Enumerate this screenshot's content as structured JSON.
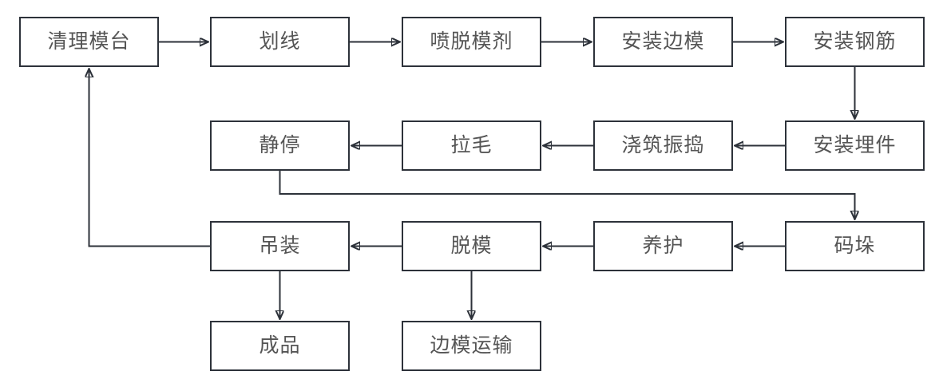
{
  "diagram": {
    "type": "flowchart",
    "background": "#ffffff",
    "colors": {
      "node_border": "#2d323a",
      "node_fill": "#ffffff",
      "label_text": "#555555",
      "connector": "#2d323a"
    },
    "nodes": [
      {
        "id": "clean-mold-table",
        "label": "清理模台"
      },
      {
        "id": "marking-lines",
        "label": "划线"
      },
      {
        "id": "spray-release-agent",
        "label": "喷脱模剂"
      },
      {
        "id": "install-side-molds",
        "label": "安装边模"
      },
      {
        "id": "install-rebar",
        "label": "安装钢筋"
      },
      {
        "id": "install-embedded-parts",
        "label": "安装埋件"
      },
      {
        "id": "pouring-vibrating",
        "label": "浇筑振捣"
      },
      {
        "id": "surface-roughening",
        "label": "拉毛"
      },
      {
        "id": "static-rest",
        "label": "静停"
      },
      {
        "id": "stacking",
        "label": "码垛"
      },
      {
        "id": "curing",
        "label": "养护"
      },
      {
        "id": "demolding",
        "label": "脱模"
      },
      {
        "id": "hoisting",
        "label": "吊装"
      },
      {
        "id": "finished-product",
        "label": "成品"
      },
      {
        "id": "side-mold-transport",
        "label": "边模运输"
      }
    ],
    "edges": [
      {
        "from": "清理模台",
        "to": "划线"
      },
      {
        "from": "划线",
        "to": "喷脱模剂"
      },
      {
        "from": "喷脱模剂",
        "to": "安装边模"
      },
      {
        "from": "安装边模",
        "to": "安装钢筋"
      },
      {
        "from": "安装钢筋",
        "to": "安装埋件"
      },
      {
        "from": "安装埋件",
        "to": "浇筑振捣"
      },
      {
        "from": "浇筑振捣",
        "to": "拉毛"
      },
      {
        "from": "拉毛",
        "to": "静停"
      },
      {
        "from": "静停",
        "to": "码垛"
      },
      {
        "from": "码垛",
        "to": "养护"
      },
      {
        "from": "养护",
        "to": "脱模"
      },
      {
        "from": "脱模",
        "to": "吊装"
      },
      {
        "from": "吊装",
        "to": "清理模台"
      },
      {
        "from": "吊装",
        "to": "成品"
      },
      {
        "from": "脱模",
        "to": "边模运输"
      }
    ]
  }
}
